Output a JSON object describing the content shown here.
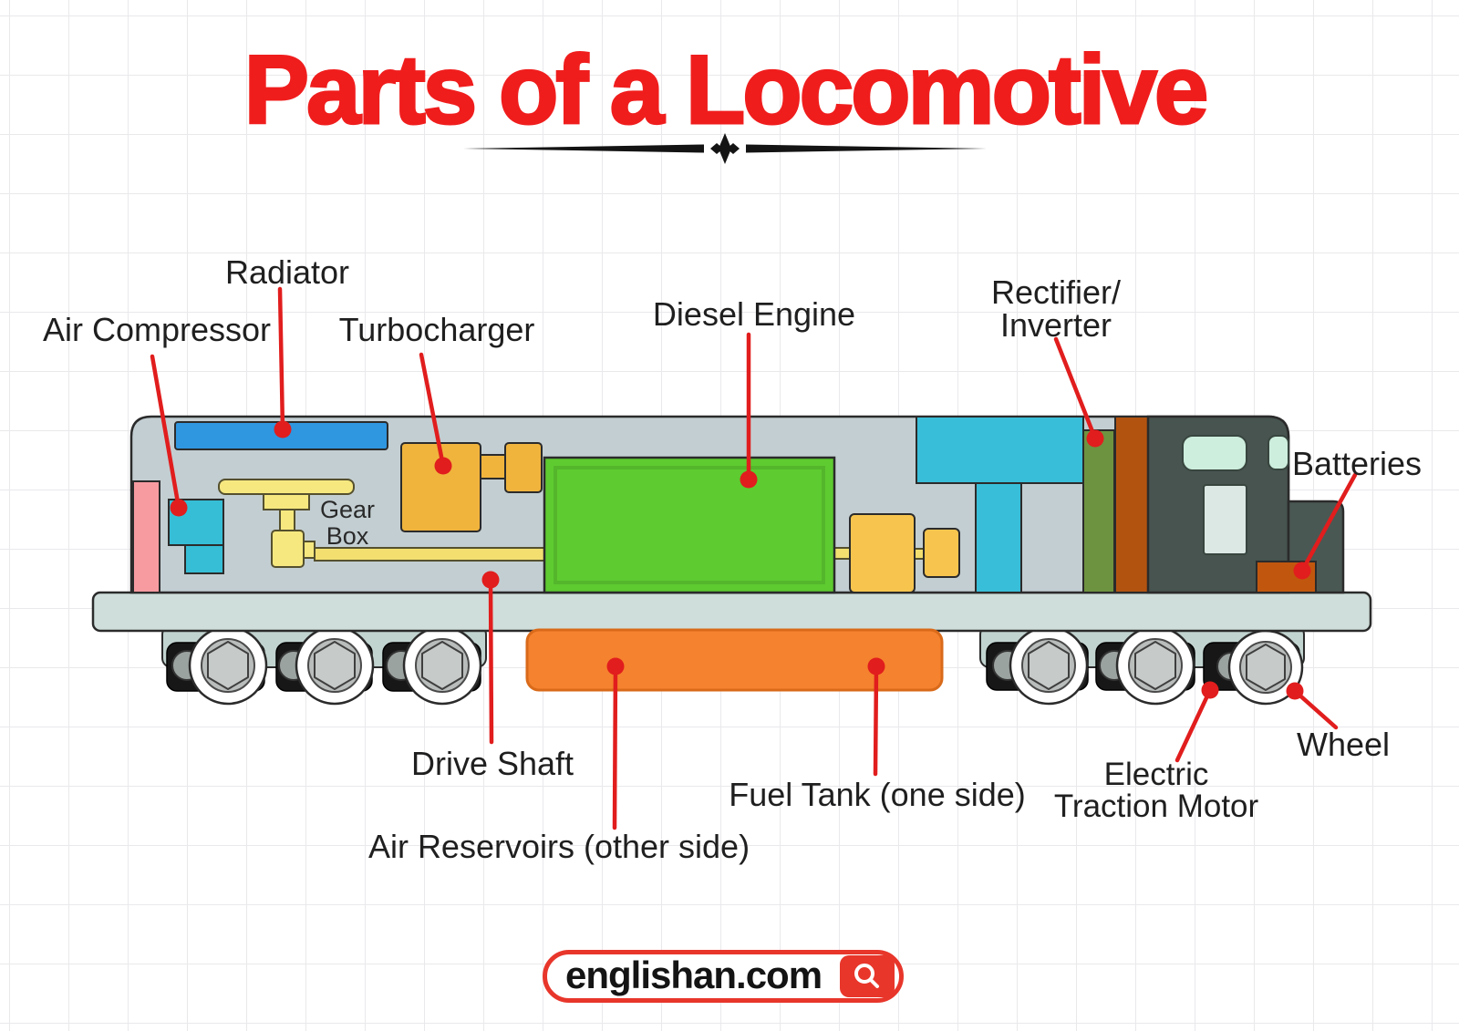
{
  "title": "Parts of a Locomotive",
  "labels": {
    "radiator": "Radiator",
    "air_compressor": "Air Compressor",
    "turbocharger": "Turbocharger",
    "diesel_engine": "Diesel Engine",
    "rectifier_inverter": {
      "line1": "Rectifier/",
      "line2": "Inverter"
    },
    "batteries": "Batteries",
    "gear_box": {
      "line1": "Gear",
      "line2": "Box"
    },
    "drive_shaft": "Drive Shaft",
    "air_reservoirs": "Air Reservoirs (other side)",
    "fuel_tank": "Fuel Tank (one side)",
    "electric_traction_motor": {
      "line1": "Electric",
      "line2": "Traction Motor"
    },
    "wheel": "Wheel"
  },
  "footer": {
    "site": "englishan.com",
    "icon": "search-magnifier"
  },
  "colors": {
    "title_red": "#f01d1d",
    "annotation_red": "#e11d1d",
    "footer_red": "#e8362b",
    "label_text": "#1f1f1f",
    "body_gray": "#c3ced2",
    "deck_gray": "#cfdeda",
    "bogie_panel": "#c2d4d0",
    "radiator_blue": "#2f96e0",
    "compressor_cyan": "#35bed6",
    "cyan_block": "#38bed8",
    "gear_yellow": "#f6e87f",
    "turbo_orange": "#f0b43d",
    "alternator_yellow": "#f7c54e",
    "engine_green": "#5ecb30",
    "pink_block": "#f79ba1",
    "olive_block": "#6e9340",
    "brown_strip": "#b35310",
    "battery_brown": "#c1570e",
    "cab_dark": "#47544f",
    "nose_dark": "#4a5853",
    "cab_window": "#cdeedd",
    "cab_door": "#dbe8e4",
    "fuel_orange": "#f5822e",
    "motor_black": "#171717",
    "wheel_hub": "#b9bdbb",
    "outline": "#2b2b2b"
  }
}
